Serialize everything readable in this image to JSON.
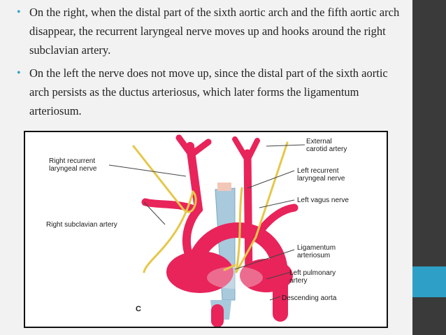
{
  "bullets": [
    {
      "text": "On the right, when the distal part of the sixth aortic arch and the fifth aortic arch disappear, the recurrent laryngeal nerve moves up and hooks around the right subclavian artery."
    },
    {
      "text": "On the left the nerve does not move up, since the distal part of the sixth aortic arch persists as the ductus arteriosus, which later forms the ligamentum arteriosum."
    }
  ],
  "figure": {
    "labels": {
      "external_carotid": "External\ncarotid artery",
      "right_recurrent": "Right recurrent\nlaryngeal nerve",
      "left_recurrent": "Left recurrent\nlaryngeal nerve",
      "left_vagus": "Left vagus nerve",
      "right_subclavian": "Right subclavian artery",
      "ligamentum": "Ligamentum\narteriosum",
      "left_pulmonary": "Left pulmonary\nartery",
      "descending_aorta": "Descending aorta",
      "panel_letter": "C"
    }
  },
  "colors": {
    "accent": "#2ea0c8",
    "sidebar": "#3a3a3a",
    "artery": "#e8245a",
    "nerve": "#e5c84a",
    "pulmonary": "#a9c9dd"
  }
}
